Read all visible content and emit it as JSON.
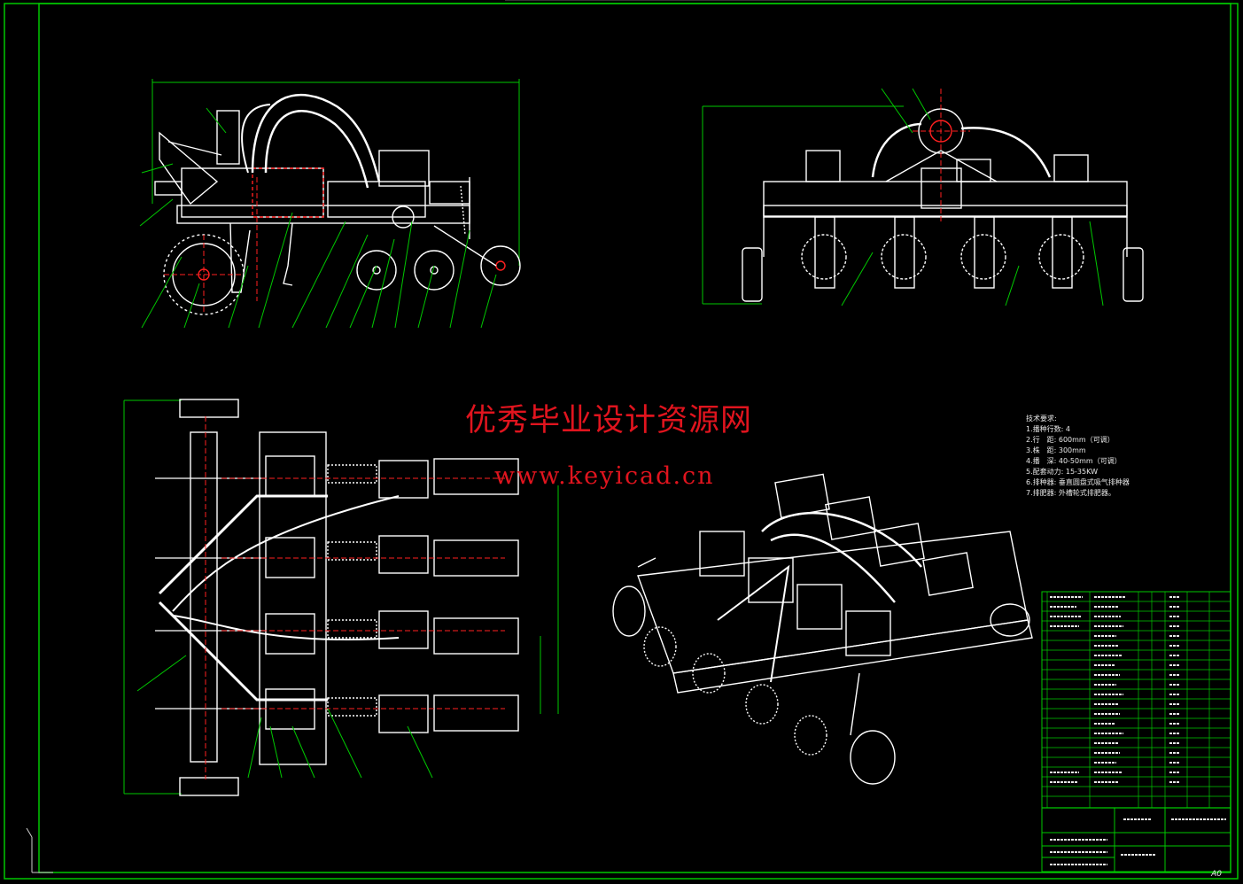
{
  "watermark": {
    "title": "优秀毕业设计资源网",
    "url": "www.keyicad.cn"
  },
  "technical_requirements": {
    "heading": "技术要求:",
    "items": [
      "1.播种行数: 4",
      "2.行　距: 600mm（可调）",
      "3.株　距: 300mm",
      "4.播　深: 40-50mm（可调）",
      "5.配套动力: 15-35KW",
      "6.排种器: 垂直圆盘式吸气排种器",
      "7.排肥器: 外槽轮式排肥器。"
    ]
  },
  "title_block": {
    "sheet_size": "A0"
  },
  "colors": {
    "background": "#000000",
    "frame": "#00c800",
    "outline": "#ffffff",
    "centerline": "#ff2020",
    "dimension": "#00c800",
    "watermark": "#e0141e"
  },
  "icons": {
    "ucs": "ucs-y-axis-icon"
  }
}
